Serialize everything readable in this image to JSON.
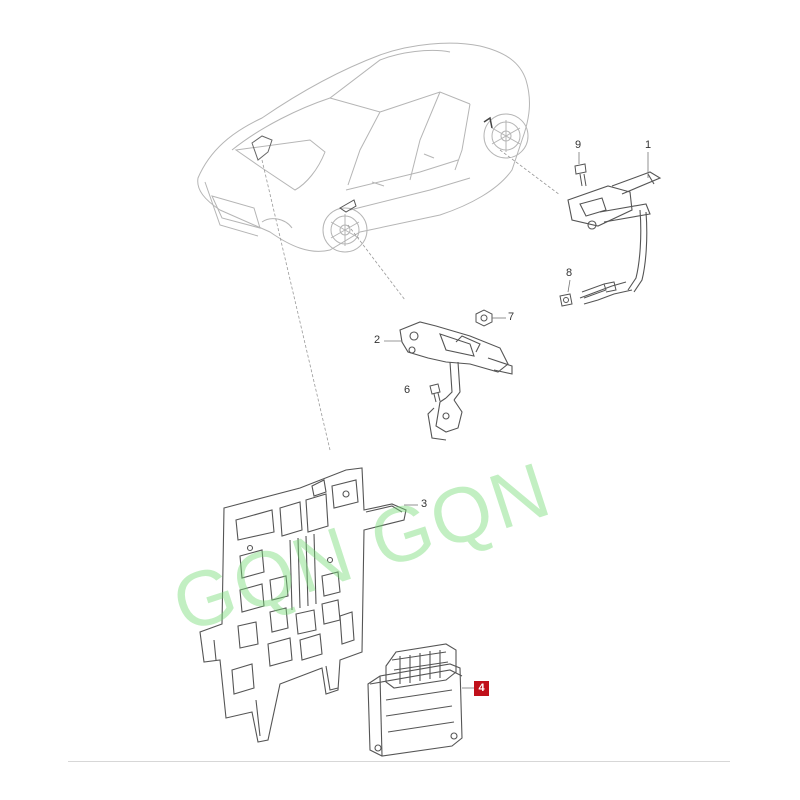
{
  "watermark": {
    "text": "GQN GQN",
    "color": "#78dc78"
  },
  "callouts": [
    {
      "number": "1"
    },
    {
      "number": "2"
    },
    {
      "number": "3"
    },
    {
      "number": "4",
      "highlight_color": "#c0101a"
    },
    {
      "number": "6"
    },
    {
      "number": "7"
    },
    {
      "number": "8"
    },
    {
      "number": "9"
    }
  ]
}
